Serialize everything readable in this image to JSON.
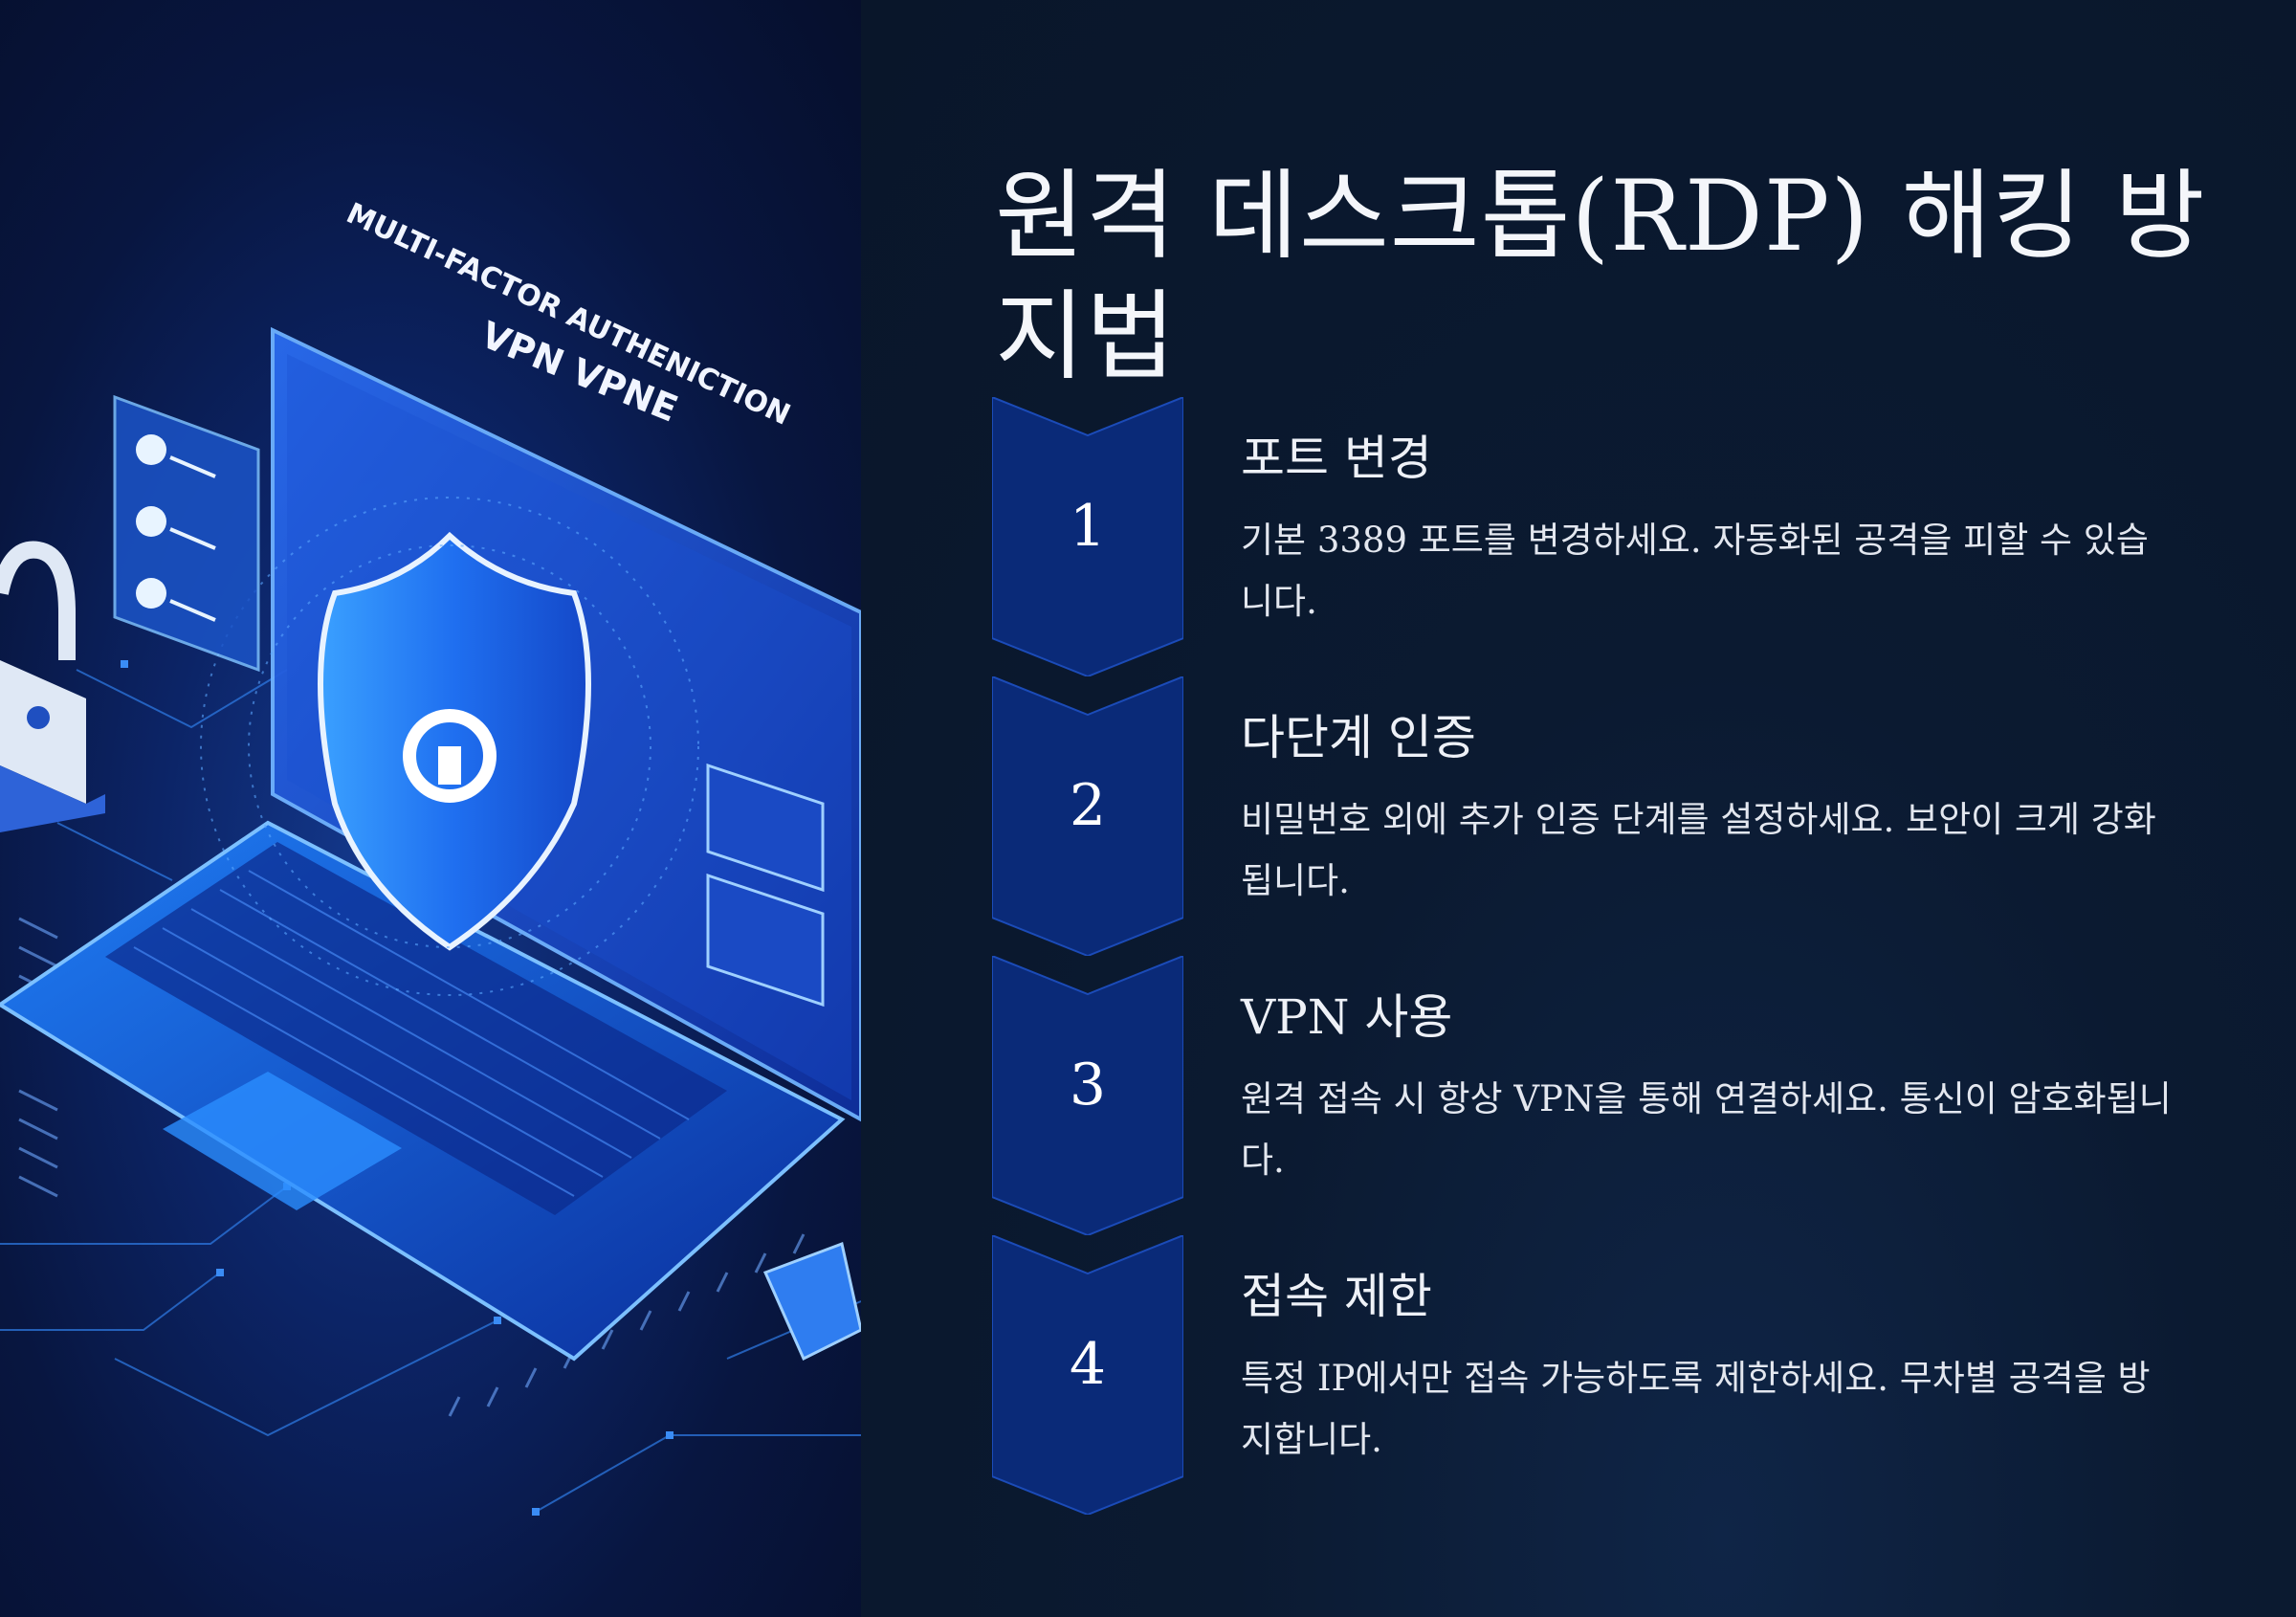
{
  "title": "원격 데스크톱(RDP) 해킹 방지법",
  "illustration": {
    "caption_line1": "MULTI-FACTOR AUTHENICTION",
    "caption_line2": "VPN VPNE"
  },
  "steps": [
    {
      "number": "1",
      "title": "포트 변경",
      "description": "기본 3389 포트를 변경하세요. 자동화된 공격을 피할 수 있습니다."
    },
    {
      "number": "2",
      "title": "다단계 인증",
      "description": "비밀번호 외에 추가 인증 단계를 설정하세요. 보안이 크게 강화됩니다."
    },
    {
      "number": "3",
      "title": "VPN 사용",
      "description": "원격 접속 시 항상 VPN을 통해 연결하세요. 통신이 암호화됩니다."
    },
    {
      "number": "4",
      "title": "접속 제한",
      "description": "특정 IP에서만 접속 가능하도록 제한하세요. 무차별 공격을 방지합니다."
    }
  ],
  "colors": {
    "background": "#09162a",
    "chevron": "#0a2a78",
    "chevron_edge": "#1b4bb8",
    "text": "#eef1f7"
  }
}
